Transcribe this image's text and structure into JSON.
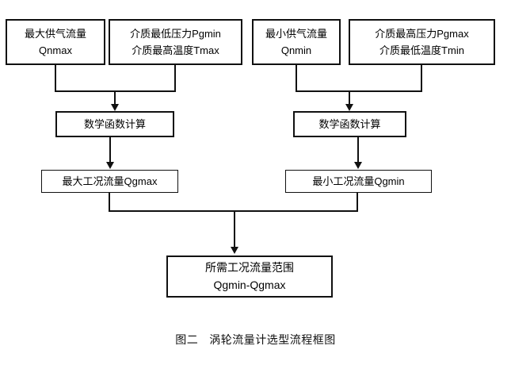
{
  "figure": {
    "caption_label": "图二",
    "caption_title": "涡轮流量计选型流程框图"
  },
  "nodes": {
    "max_supply_flow": {
      "line1": "最大供气流量",
      "line2": "Qnmax"
    },
    "min_pressure_max_temp": {
      "line1": "介质最低压力Pgmin",
      "line2": "介质最高温度Tmax"
    },
    "min_supply_flow": {
      "line1": "最小供气流量",
      "line2": "Qnmin"
    },
    "max_pressure_min_temp": {
      "line1": "介质最高压力Pgmax",
      "line2": "介质最低温度Tmin"
    },
    "math_calc_left": {
      "line1": "数学函数计算"
    },
    "math_calc_right": {
      "line1": "数学函数计算"
    },
    "result_max_flow": {
      "line1": "最大工况流量Qgmax"
    },
    "result_min_flow": {
      "line1": "最小工况流量Qgmin"
    },
    "final_range": {
      "line1": "所需工况流量范围",
      "line2": "Qgmin-Qgmax"
    }
  },
  "colors": {
    "stroke": "#111111",
    "background": "#ffffff",
    "text": "#000000"
  }
}
